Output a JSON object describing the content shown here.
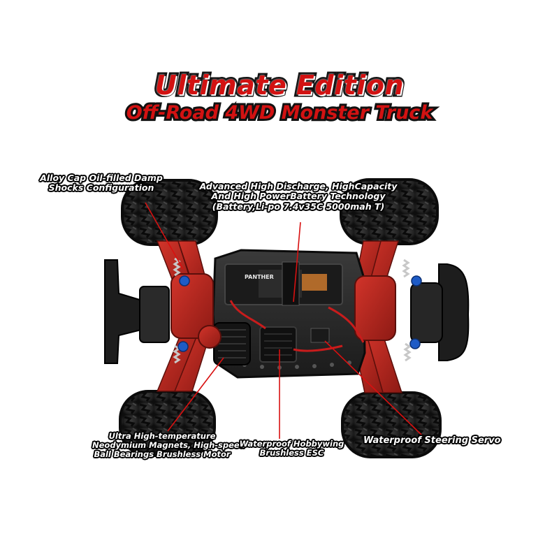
{
  "headline": {
    "title": "Ultimate Edition",
    "subtitle": "Off-Road 4WD Monster Truck"
  },
  "callouts": {
    "shocks": [
      "Alloy Cap Oil-filled Damp",
      "Shocks Configuration"
    ],
    "battery": [
      "Advanced High Discharge, HighCapacity",
      "And  High PowerBattery Technology",
      "(Battery,Li-po 7.4v35C 5000mah T)"
    ],
    "motor": [
      "Ultra High-temperature",
      "Neodymium Magnets, High-speed",
      "Ball Bearings Brushless Motor"
    ],
    "esc": [
      "Waterproof Hobbywing",
      "Brushless ESC"
    ],
    "servo": [
      "Waterproof Steering Servo"
    ]
  },
  "battery_label": "PANTHER",
  "colors": {
    "accent_red": "#d21212",
    "chassis_red": "#b8241c",
    "tire_black": "#1e1e1e",
    "leader_line": "#d81010",
    "shock_blue": "#1e5bc6"
  }
}
